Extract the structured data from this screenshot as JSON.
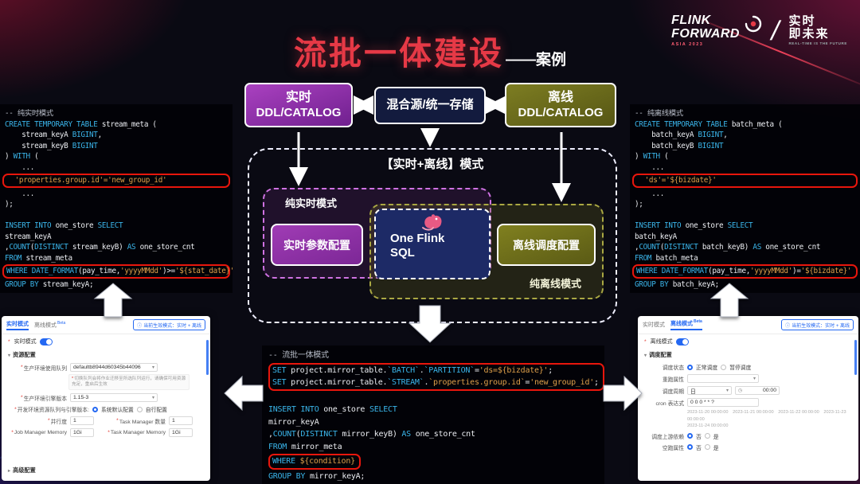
{
  "header": {
    "title": "流批一体建设",
    "subtitle": "——案例",
    "logo": {
      "flink1": "FLINK",
      "flink2": "FORWARD",
      "flink_sub": "ASIA 2023",
      "divider": "/",
      "right1": "实时",
      "right2": "即未来",
      "right_sub": "REAL-TIME IS THE FUTURE"
    }
  },
  "icons": {
    "chevron_down": "▾",
    "chevron_right": "▸",
    "info": "ⓘ",
    "clock": "◷",
    "asterisk": "*"
  },
  "flow": {
    "realtime_box": {
      "line1": "实时",
      "line2": "DDL/CATALOG"
    },
    "mix_box": "混合源/统一存储",
    "offline_box": {
      "line1": "离线",
      "line2": "DDL/CATALOG"
    },
    "container_label": "【实时+离线】模式",
    "pure_realtime_label": "纯实时模式",
    "realtime_param_box": "实时参数配置",
    "one_flink": {
      "line1": "One Flink",
      "line2": "SQL"
    },
    "offline_sched_box": "离线调度配置",
    "pure_offline_label": "纯离线模式"
  },
  "code_left": [
    {
      "hl": false,
      "lines": [
        [
          [
            "cm",
            "-- 纯实时模式"
          ]
        ],
        [
          [
            "kw",
            "CREATE TEMPORARY TABLE "
          ],
          [
            "id",
            "stream_meta ("
          ]
        ],
        [
          [
            "id",
            "    stream_keyA "
          ],
          [
            "kw",
            "BIGINT"
          ],
          [
            "id",
            ","
          ]
        ],
        [
          [
            "id",
            "    stream_keyB "
          ],
          [
            "kw",
            "BIGINT"
          ]
        ],
        [
          [
            "id",
            ") "
          ],
          [
            "kw",
            "WITH"
          ],
          [
            "id",
            " ("
          ]
        ],
        [
          [
            "id",
            "    ..."
          ]
        ]
      ]
    },
    {
      "hl": true,
      "lines": [
        [
          [
            "str",
            "  'properties.group.id'='new_group_id'"
          ]
        ]
      ]
    },
    {
      "hl": false,
      "lines": [
        [
          [
            "id",
            "    ..."
          ]
        ],
        [
          [
            "id",
            ");"
          ]
        ],
        [],
        [
          [
            "kw",
            "INSERT INTO "
          ],
          [
            "id",
            "one_store "
          ],
          [
            "kw",
            "SELECT"
          ]
        ],
        [
          [
            "id",
            "stream_keyA"
          ]
        ],
        [
          [
            "id",
            ","
          ],
          [
            "kw",
            "COUNT"
          ],
          [
            "id",
            "("
          ],
          [
            "kw",
            "DISTINCT"
          ],
          [
            "id",
            " stream_keyB) "
          ],
          [
            "kw",
            "AS"
          ],
          [
            "id",
            " one_store_cnt"
          ]
        ],
        [
          [
            "kw",
            "FROM "
          ],
          [
            "id",
            "stream_meta"
          ]
        ]
      ]
    },
    {
      "hl": true,
      "lines": [
        [
          [
            "kw",
            "WHERE DATE_FORMAT"
          ],
          [
            "id",
            "(pay_time,"
          ],
          [
            "str",
            "'yyyyMMdd'"
          ],
          [
            "id",
            ")>="
          ],
          [
            "str",
            "'${stat_date}'"
          ]
        ]
      ]
    },
    {
      "hl": false,
      "lines": [
        [
          [
            "kw",
            "GROUP BY "
          ],
          [
            "id",
            "stream_keyA;"
          ]
        ]
      ]
    }
  ],
  "code_right": [
    {
      "hl": false,
      "lines": [
        [
          [
            "cm",
            "-- 纯离线模式"
          ]
        ],
        [
          [
            "kw",
            "CREATE TEMPORARY TABLE "
          ],
          [
            "id",
            "batch_meta ("
          ]
        ],
        [
          [
            "id",
            "    batch_keyA "
          ],
          [
            "kw",
            "BIGINT"
          ],
          [
            "id",
            ","
          ]
        ],
        [
          [
            "id",
            "    batch_keyB "
          ],
          [
            "kw",
            "BIGINT"
          ]
        ],
        [
          [
            "id",
            ") "
          ],
          [
            "kw",
            "WITH"
          ],
          [
            "id",
            " ("
          ]
        ],
        [
          [
            "id",
            "    ..."
          ]
        ]
      ]
    },
    {
      "hl": true,
      "lines": [
        [
          [
            "str",
            "  'ds'='${bizdate}'"
          ]
        ]
      ]
    },
    {
      "hl": false,
      "lines": [
        [
          [
            "id",
            "    ..."
          ]
        ],
        [
          [
            "id",
            ");"
          ]
        ],
        [],
        [
          [
            "kw",
            "INSERT INTO "
          ],
          [
            "id",
            "one_store "
          ],
          [
            "kw",
            "SELECT"
          ]
        ],
        [
          [
            "id",
            "batch_keyA"
          ]
        ],
        [
          [
            "id",
            ","
          ],
          [
            "kw",
            "COUNT"
          ],
          [
            "id",
            "("
          ],
          [
            "kw",
            "DISTINCT"
          ],
          [
            "id",
            " batch_keyB) "
          ],
          [
            "kw",
            "AS"
          ],
          [
            "id",
            " one_store_cnt"
          ]
        ],
        [
          [
            "kw",
            "FROM "
          ],
          [
            "id",
            "batch_meta"
          ]
        ]
      ]
    },
    {
      "hl": true,
      "lines": [
        [
          [
            "kw",
            "WHERE DATE_FORMAT"
          ],
          [
            "id",
            "(pay_time,"
          ],
          [
            "str",
            "'yyyyMMdd'"
          ],
          [
            "id",
            ")="
          ],
          [
            "str",
            "'${bizdate}'"
          ]
        ]
      ]
    },
    {
      "hl": false,
      "lines": [
        [
          [
            "kw",
            "GROUP BY "
          ],
          [
            "id",
            "batch_keyA;"
          ]
        ]
      ]
    }
  ],
  "code_bottom": [
    {
      "hl": false,
      "lines": [
        [
          [
            "cm",
            "-- 流批一体模式"
          ]
        ]
      ]
    },
    {
      "hl": true,
      "lines": [
        [
          [
            "kw",
            "SET "
          ],
          [
            "id",
            "project.mirror_table."
          ],
          [
            "kw",
            "`BATCH`"
          ],
          [
            "id",
            "."
          ],
          [
            "kw",
            "`PARTITION`"
          ],
          [
            "id",
            "="
          ],
          [
            "str",
            "'ds=${bizdate}'"
          ],
          [
            "id",
            ";"
          ]
        ],
        [
          [
            "kw",
            "SET "
          ],
          [
            "id",
            "project.mirror_table."
          ],
          [
            "kw",
            "`STREAM`"
          ],
          [
            "id",
            "."
          ],
          [
            "str",
            "`properties.group.id`"
          ],
          [
            "id",
            "="
          ],
          [
            "str",
            "'new_group_id'"
          ],
          [
            "id",
            ";"
          ]
        ]
      ]
    },
    {
      "hl": false,
      "lines": [
        [],
        [
          [
            "kw",
            "INSERT INTO "
          ],
          [
            "id",
            "one_store "
          ],
          [
            "kw",
            "SELECT"
          ]
        ],
        [
          [
            "id",
            "mirror_keyA"
          ]
        ],
        [
          [
            "id",
            ","
          ],
          [
            "kw",
            "COUNT"
          ],
          [
            "id",
            "("
          ],
          [
            "kw",
            "DISTINCT"
          ],
          [
            "id",
            " mirror_keyB) "
          ],
          [
            "kw",
            "AS"
          ],
          [
            "id",
            " one_store_cnt"
          ]
        ],
        [
          [
            "kw",
            "FROM "
          ],
          [
            "id",
            "mirror_meta"
          ]
        ]
      ]
    },
    {
      "hl": true,
      "lines": [
        [
          [
            "kw",
            "WHERE "
          ],
          [
            "str",
            "${condition}"
          ]
        ]
      ]
    },
    {
      "hl": false,
      "lines": [
        [
          [
            "kw",
            "GROUP BY "
          ],
          [
            "id",
            "mirror_keyA;"
          ]
        ]
      ]
    }
  ],
  "panel_left": {
    "tab_realtime": "实时模式",
    "tab_offline": "离线模式",
    "beta": "Beta",
    "mode_button": "当前生效模式：实时 + 离线",
    "toggle_label": "实时模式",
    "section_resource": "资源配置",
    "queue_label": "生产环境使用队列",
    "queue_value": "defaultb8944d60345b44096",
    "queue_note": "切换队列会将作业迁移至所选队列运行，请确保可用资源充足，重启后生效",
    "engine_label": "生产环境引擎版本",
    "engine_value": "1.15-3",
    "dev_label": "开发环境资源队列与引擎版本:",
    "dev_opt1": "系统默认配置",
    "dev_opt2": "自行配置",
    "parallel_label": "并行度",
    "parallel_value": "1",
    "tm_count_label": "Task Manager 数量",
    "tm_count_value": "1",
    "jm_mem_label": "Job Manager Memory",
    "jm_mem_value": "1Gi",
    "tm_mem_label": "Task Manager Memory",
    "tm_mem_value": "1Gi",
    "section_advanced": "高级配置"
  },
  "panel_right": {
    "tab_realtime": "实时模式",
    "tab_offline": "离线模式",
    "beta": "Beta",
    "mode_button": "当前生效模式：实时 + 离线",
    "toggle_label": "离线模式",
    "section_schedule": "调度配置",
    "status_label": "调度状态",
    "status_opt1": "正常调度",
    "status_opt2": "暂停调度",
    "rerun_label": "重跑属性",
    "cycle_label": "调度周期",
    "cycle_value": "日",
    "time_value": "00:00",
    "cron_label": "cron 表达式",
    "cron_value": "0 0 0 * * ?",
    "instance_times_1": "2023-11-20 00:00:00　2023-11-21 00:00:00　2023-11-22 00:00:00　2023-11-23 00:00:00",
    "instance_times_2": "2023-11-24 00:00:00",
    "upstream_label": "调度上游依赖",
    "upstream_opt1": "否",
    "upstream_opt2": "是",
    "dryrun_label": "空跑属性",
    "dryrun_opt1": "否",
    "dryrun_opt2": "是"
  }
}
